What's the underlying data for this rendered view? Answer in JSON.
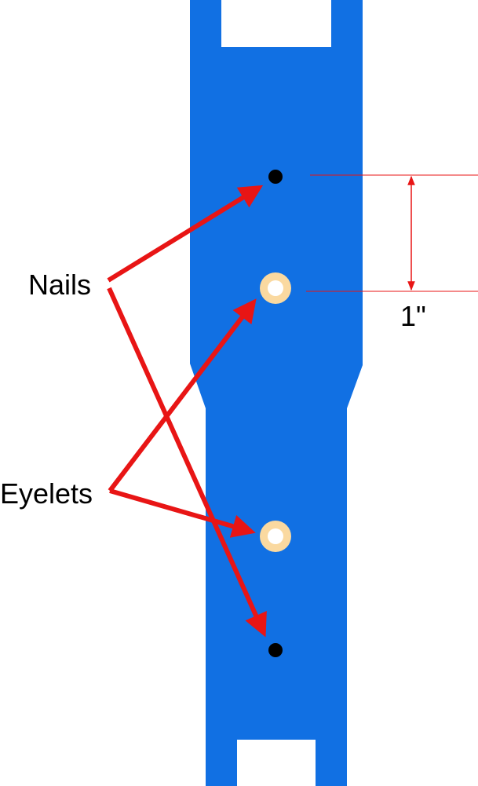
{
  "labels": {
    "nails": "Nails",
    "eyelets": "Eyelets",
    "dimension": "1\""
  },
  "colors": {
    "strap": "#1170E3",
    "arrow": "#E81515",
    "nail": "#000000",
    "eyelet": "#FAD9A0"
  }
}
